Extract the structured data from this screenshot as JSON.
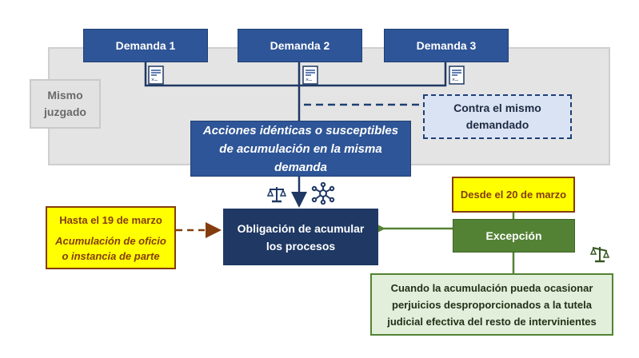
{
  "diagram": {
    "group_label": "Mismo juzgado",
    "demands": [
      {
        "label": "Demanda 1",
        "icon": "document-icon"
      },
      {
        "label": "Demanda 2",
        "icon": "document-icon"
      },
      {
        "label": "Demanda 3",
        "icon": "document-icon"
      }
    ],
    "same_defendant": "Contra el mismo demandado",
    "actions": "Acciones idénticas o susceptibles de acumulación en la misma demanda",
    "icons_center": [
      "scales-icon",
      "network-icon"
    ],
    "obligation": "Obligación de acumular los procesos",
    "until": {
      "title": "Hasta el 19 de marzo",
      "body": "Acumulación de oficio o instancia de parte"
    },
    "since": "Desde el 20 de marzo",
    "exception": "Excepción",
    "exception_icon": "scales-icon",
    "condition": "Cuando la acumulación pueda ocasionar perjuicios desproporcionados a la tutela judicial efectiva del resto de intervinientes",
    "colors": {
      "primary_blue": "#2e5597",
      "dark_blue": "#1f3864",
      "highlight_yellow": "#ffff00",
      "brown": "#843c0c",
      "green": "#548235",
      "light_green": "#e2efda",
      "light_blue": "#dae3f3",
      "gray": "#e4e4e4"
    }
  }
}
